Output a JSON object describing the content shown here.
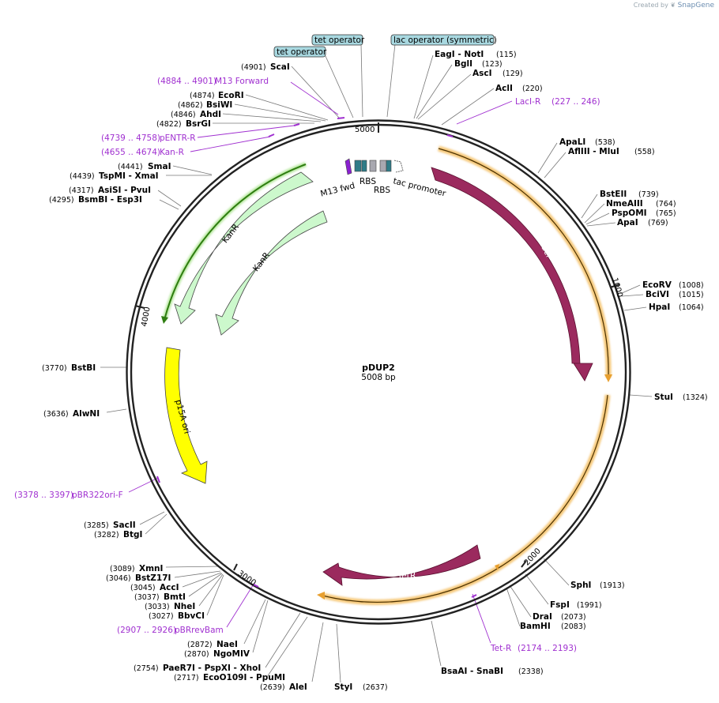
{
  "watermark": {
    "prefix": "Created by",
    "brand": "SnapGene"
  },
  "plasmid": {
    "name": "pDUP2",
    "size": "5008 bp",
    "length": 5008
  },
  "ticks": [
    {
      "pos": 5000,
      "label": "5000"
    },
    {
      "pos": 1000,
      "label": "1000"
    },
    {
      "pos": 2000,
      "label": "2000"
    },
    {
      "pos": 3000,
      "label": "3000"
    },
    {
      "pos": 4000,
      "label": "4000"
    }
  ],
  "operators": [
    {
      "text": "tet operator"
    },
    {
      "text": "tet operator"
    },
    {
      "text": "lac operator (symmetric)"
    }
  ],
  "sites": [
    {
      "name": "ScaI",
      "pos": "(4901)"
    },
    {
      "name": "EcoRI",
      "pos": "(4874)"
    },
    {
      "name": "BsiWI",
      "pos": "(4862)"
    },
    {
      "name": "AhdI",
      "pos": "(4846)"
    },
    {
      "name": "BsrGI",
      "pos": "(4822)"
    },
    {
      "name": "SmaI",
      "pos": "(4441)"
    },
    {
      "name": "TspMI  -  XmaI",
      "pos": "(4439)"
    },
    {
      "name": "AsiSI  -  PvuI",
      "pos": "(4317)"
    },
    {
      "name": "BsmBI  -  Esp3I",
      "pos": "(4295)"
    },
    {
      "name": "BstBI",
      "pos": "(3770)"
    },
    {
      "name": "AlwNI",
      "pos": "(3636)"
    },
    {
      "name": "SacII",
      "pos": "(3285)"
    },
    {
      "name": "BtgI",
      "pos": "(3282)"
    },
    {
      "name": "XmnI",
      "pos": "(3089)"
    },
    {
      "name": "BstZ17I",
      "pos": "(3046)"
    },
    {
      "name": "AccI",
      "pos": "(3045)"
    },
    {
      "name": "BmtI",
      "pos": "(3037)"
    },
    {
      "name": "NheI",
      "pos": "(3033)"
    },
    {
      "name": "BbvCI",
      "pos": "(3027)"
    },
    {
      "name": "NaeI",
      "pos": "(2872)"
    },
    {
      "name": "NgoMIV",
      "pos": "(2870)"
    },
    {
      "name": "PaeR7I  -  PspXI  -  XhoI",
      "pos": "(2754)"
    },
    {
      "name": "EcoO109I  -  PpuMI",
      "pos": "(2717)"
    },
    {
      "name": "AleI",
      "pos": "(2639)"
    },
    {
      "name": "StyI",
      "pos": "(2637)"
    },
    {
      "name": "BsaAI  -  SnaBI",
      "pos": "(2338)"
    },
    {
      "name": "DraI",
      "pos": "(2073)"
    },
    {
      "name": "BamHI",
      "pos": "(2083)"
    },
    {
      "name": "FspI",
      "pos": "(1991)"
    },
    {
      "name": "SphI",
      "pos": "(1913)"
    },
    {
      "name": "StuI",
      "pos": "(1324)"
    },
    {
      "name": "HpaI",
      "pos": "(1064)"
    },
    {
      "name": "BciVI",
      "pos": "(1015)"
    },
    {
      "name": "EcoRV",
      "pos": "(1008)"
    },
    {
      "name": "ApaI",
      "pos": "(769)"
    },
    {
      "name": "PspOMI",
      "pos": "(765)"
    },
    {
      "name": "NmeAIII",
      "pos": "(764)"
    },
    {
      "name": "BstEII",
      "pos": "(739)"
    },
    {
      "name": "AflIII  -  MluI",
      "pos": "(558)"
    },
    {
      "name": "ApaLI",
      "pos": "(538)"
    },
    {
      "name": "AclI",
      "pos": "(220)"
    },
    {
      "name": "AscI",
      "pos": "(129)"
    },
    {
      "name": "BglI",
      "pos": "(123)"
    },
    {
      "name": "EagI  -  NotI",
      "pos": "(115)"
    }
  ],
  "primers": [
    {
      "range": "(4884 .. 4901)",
      "name": "M13 Forward"
    },
    {
      "range": "(4739 .. 4758)",
      "name": "pENTR-R"
    },
    {
      "range": "(4655 .. 4674)",
      "name": "Kan-R"
    },
    {
      "range": "(3378 .. 3397)",
      "name": "pBR322ori-F"
    },
    {
      "range": "(2907 .. 2926)",
      "name": "pBRrevBam"
    },
    {
      "range": "(2174 .. 2193)",
      "name": "Tet-R"
    },
    {
      "name": "LacI-R",
      "range": "(227 .. 246)"
    }
  ],
  "features": [
    {
      "name": "lacI",
      "color": "#9b2a5e"
    },
    {
      "name": "TetR",
      "color": "#9b2a5e"
    },
    {
      "name": "KanR",
      "color": "#c8f7c8"
    },
    {
      "name": "KanR",
      "color": "#c8f7c8"
    },
    {
      "name": "p15A ori",
      "color": "#ffff00"
    }
  ],
  "small_features": [
    {
      "name": "M13 fwd"
    },
    {
      "name": "RBS"
    },
    {
      "name": "RBS"
    },
    {
      "name": "tac promoter"
    }
  ],
  "colors": {
    "backbone": "#222222",
    "primer": "#a030d0",
    "orf_orange": "#e8a030",
    "orf_green": "#3a8a10",
    "operator_bg": "#a8d8e0"
  }
}
